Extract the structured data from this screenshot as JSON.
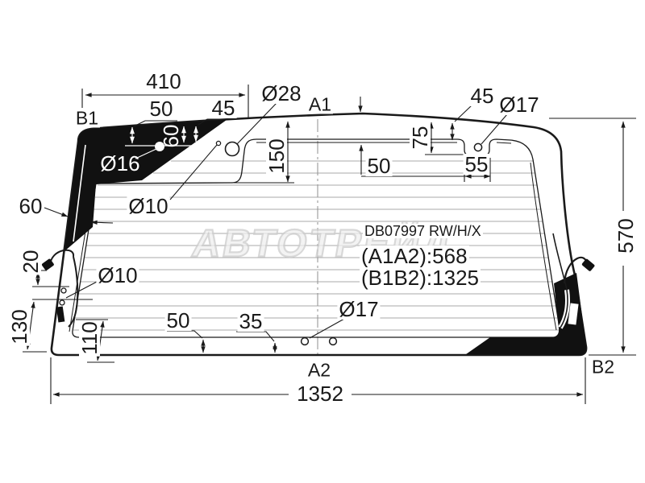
{
  "drawing": {
    "part_code": "DB07997 RW/H/X",
    "a1a2_distance": "(A1A2):568",
    "b1b2_distance": "(B1B2):1325",
    "watermark": "АВТОТРЕЙД",
    "corner_labels": {
      "b1": "B1",
      "a1": "A1",
      "a2": "A2",
      "b2": "B2"
    },
    "dims": {
      "top_width": "410",
      "top_50": "50",
      "top_45": "45",
      "top_60": "60",
      "hole28": "Ø28",
      "hole16": "Ø16",
      "hole10_upper": "Ø10",
      "hole10_lower": "Ø10",
      "band_60": "60",
      "right_45": "45",
      "hole17_top": "Ø17",
      "depth_75": "75",
      "right_50": "50",
      "notch_55": "55",
      "center_150": "150",
      "height_570": "570",
      "left_20": "20",
      "left_130": "130",
      "left_110": "110",
      "bottom_50": "50",
      "bottom_35": "35",
      "hole17_bottom": "Ø17",
      "bottom_width": "1352"
    },
    "colors": {
      "line": "#1a1a1a",
      "defroster": "#a9a9a9",
      "ceramic": "#111111"
    }
  }
}
